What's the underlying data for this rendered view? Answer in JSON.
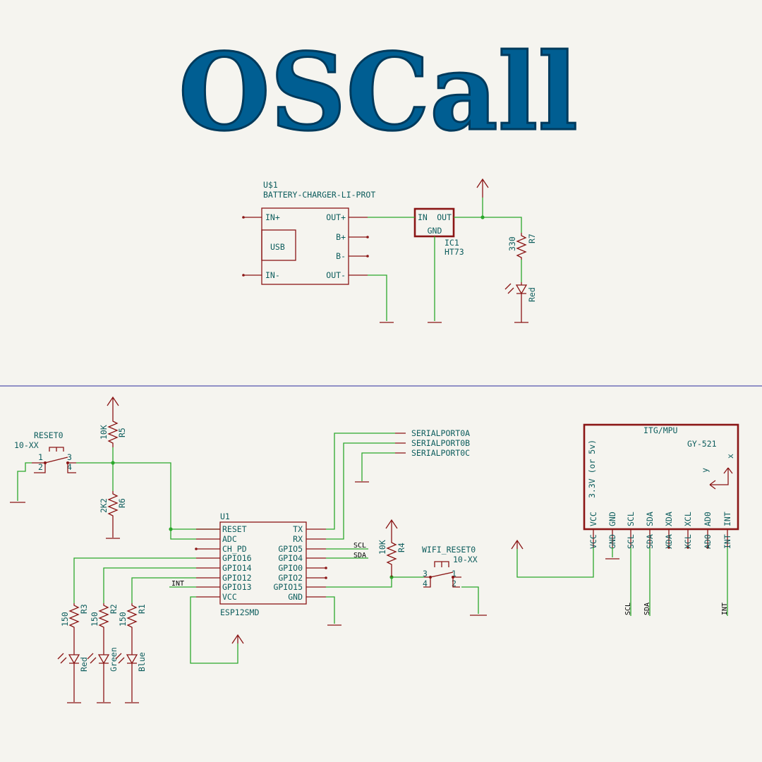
{
  "logo": {
    "text": "OSCall",
    "color": "#005e92"
  },
  "colors": {
    "wire": "#2ba82b",
    "part": "#8a1515",
    "label": "#0d5d5d",
    "divider": "#2c2c9c"
  },
  "charger": {
    "ref": "U$1",
    "value": "BATTERY-CHARGER-LI-PROT",
    "pins": {
      "in_plus": "IN+",
      "in_minus": "IN-",
      "out_plus": "OUT+",
      "out_minus": "OUT-",
      "b_plus": "B+",
      "b_minus": "B-"
    },
    "usb": "USB"
  },
  "regulator": {
    "ref": "IC1",
    "value": "HT73",
    "pins": {
      "in": "IN",
      "out": "OUT",
      "gnd": "GND"
    }
  },
  "r7": {
    "ref": "R7",
    "value": "330"
  },
  "led_top": {
    "color": "Red"
  },
  "reset_switch": {
    "ref": "RESET0",
    "value": "10-XX",
    "pins": [
      "1",
      "2",
      "3",
      "4"
    ]
  },
  "r5": {
    "ref": "R5",
    "value": "10K"
  },
  "r6": {
    "ref": "R6",
    "value": "2K2"
  },
  "serial_ports": [
    "SERIALPORT0A",
    "SERIALPORT0B",
    "SERIALPORT0C"
  ],
  "esp": {
    "ref": "U1",
    "value": "ESP12SMD",
    "left_pins": [
      "RESET",
      "ADC",
      "CH_PD",
      "GPIO16",
      "GPIO14",
      "GPIO12",
      "GPIO13",
      "VCC"
    ],
    "right_pins": [
      "TX",
      "RX",
      "GPIO5",
      "GPIO4",
      "GPIO0",
      "GPIO2",
      "GPIO15",
      "GND"
    ]
  },
  "nets": {
    "scl": "SCL",
    "sda": "SDA",
    "int": "INT"
  },
  "r4": {
    "ref": "R4",
    "value": "10K"
  },
  "wifi_switch": {
    "ref": "WIFI_RESET0",
    "value": "10-XX",
    "pins": [
      "3",
      "1",
      "4",
      "2"
    ]
  },
  "leds": [
    {
      "res_ref": "R3",
      "res_value": "150",
      "color": "Red"
    },
    {
      "res_ref": "R2",
      "res_value": "150",
      "color": "Green"
    },
    {
      "res_ref": "R1",
      "res_value": "150",
      "color": "Blue"
    }
  ],
  "mpu": {
    "title": "ITG/MPU",
    "model": "GY-521",
    "supply": "3.3V (or 5v)",
    "pins": [
      "VCC",
      "GND",
      "SCL",
      "SDA",
      "XDA",
      "XCL",
      "AD0",
      "INT"
    ],
    "ext_labels": [
      "VCC",
      "GND",
      "SCL",
      "SDA",
      "XDA",
      "XCL",
      "AD0",
      "INT"
    ],
    "axis_x": "x",
    "axis_y": "y"
  }
}
